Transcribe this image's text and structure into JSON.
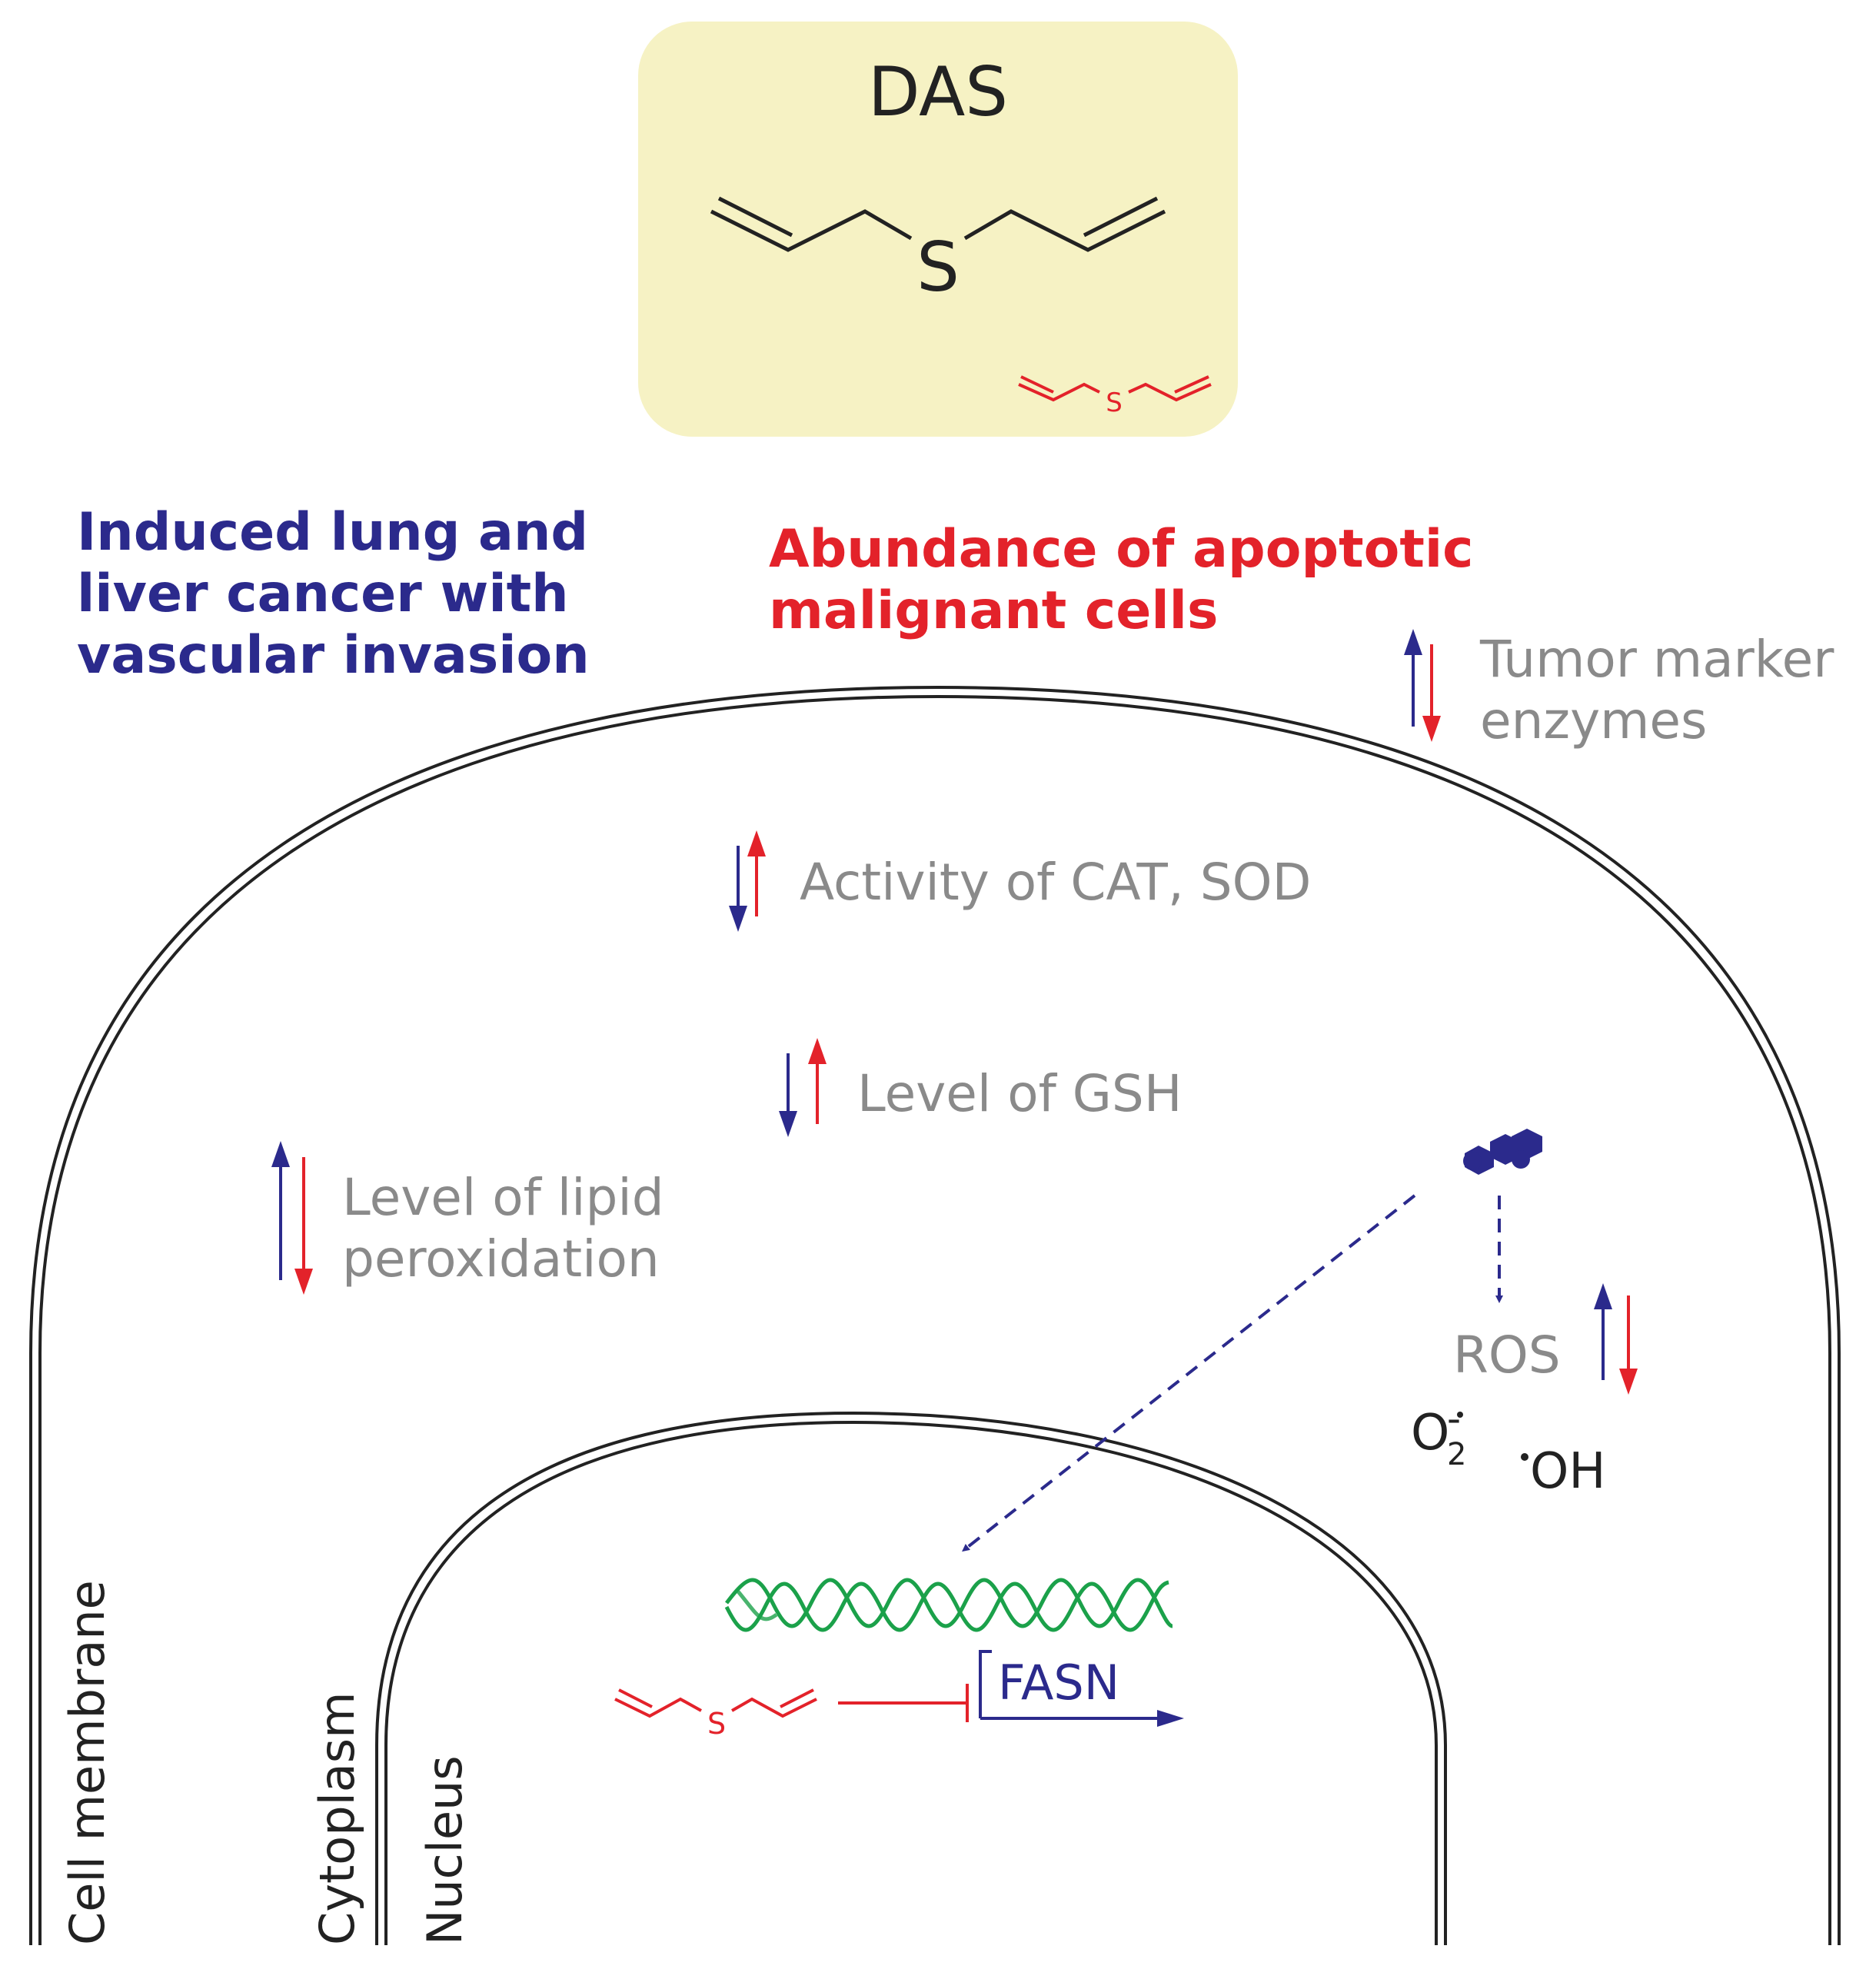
{
  "das_box": {
    "title": "DAS",
    "sulfur": "S",
    "background": "#f6f2c4"
  },
  "headings": {
    "left": [
      "Induced lung and",
      "liver cancer with",
      "vascular invasion"
    ],
    "right": [
      "Abundance of apoptotic",
      "malignant cells"
    ]
  },
  "effects": {
    "tumor_marker": [
      "Tumor marker",
      "enzymes"
    ],
    "cat_sod": "Activity of CAT, SOD",
    "gsh": "Level of GSH",
    "lipid": [
      "Level of lipid",
      "peroxidation"
    ],
    "ros": "ROS"
  },
  "radicals": {
    "superoxide_base": "O",
    "superoxide_sub": "2",
    "superoxide_charge": "-",
    "hydroxyl": "OH"
  },
  "gene": {
    "label": "FASN"
  },
  "compartments": {
    "cell_membrane": "Cell membrane",
    "cytoplasm": "Cytoplasm",
    "nucleus": "Nucleus"
  },
  "molecule_small": {
    "sulfur": "S"
  },
  "colors": {
    "blue": "#2b2a8c",
    "red": "#e3222a",
    "green": "#1ba14a",
    "gray_text": "#8a8a8a",
    "membrane": "#222222"
  }
}
